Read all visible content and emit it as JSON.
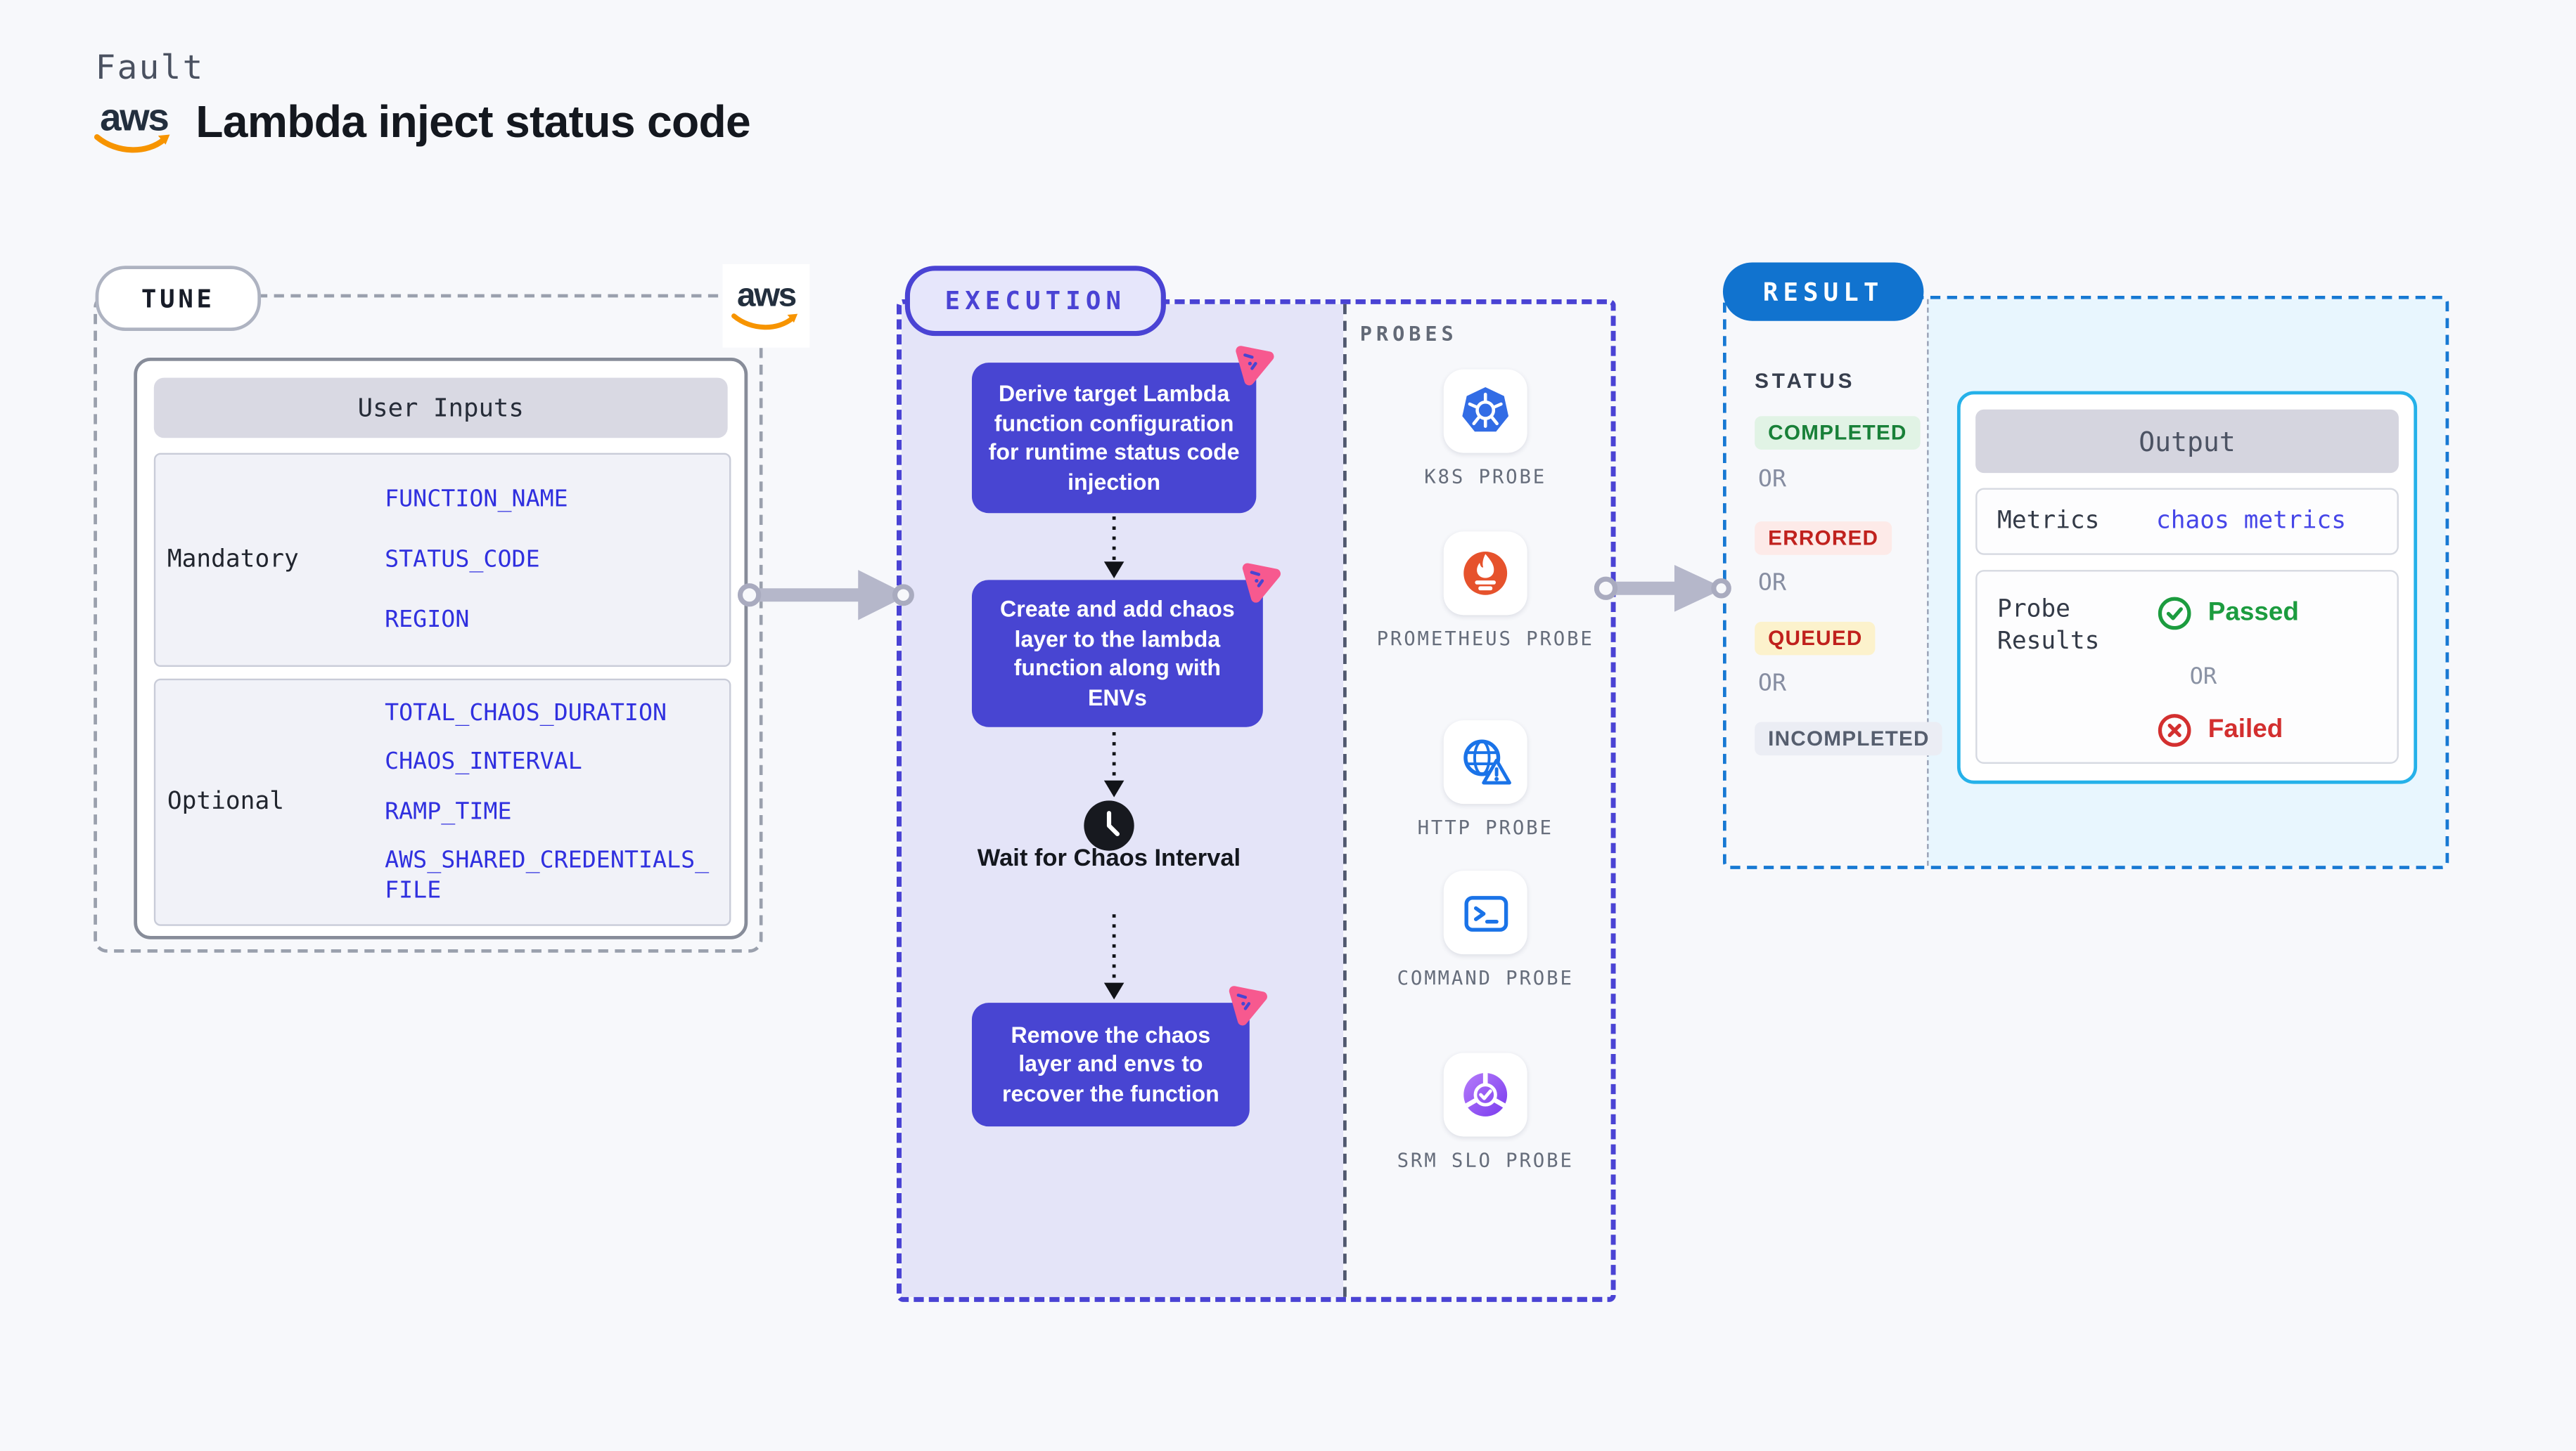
{
  "header": {
    "eyebrow": "Fault",
    "title": "Lambda inject status code",
    "logo_text": "aws"
  },
  "tune": {
    "label": "TUNE",
    "corner_logo_text": "aws",
    "table": {
      "header": "User Inputs",
      "mandatory": {
        "label": "Mandatory",
        "params": [
          "FUNCTION_NAME",
          "STATUS_CODE",
          "REGION"
        ]
      },
      "optional": {
        "label": "Optional",
        "params": [
          "TOTAL_CHAOS_DURATION",
          "CHAOS_INTERVAL",
          "RAMP_TIME",
          "AWS_SHARED_CREDENTIALS_FILE"
        ]
      }
    }
  },
  "execution": {
    "label": "EXECUTION",
    "steps": [
      "Derive target Lambda function configuration for runtime status code injection",
      "Create and add chaos layer to the lambda function along with ENVs",
      "Remove the chaos layer and envs to recover the function"
    ],
    "wait_label": "Wait for Chaos Interval",
    "probes": {
      "label": "PROBES",
      "items": [
        {
          "name": "K8S PROBE",
          "icon": "kubernetes-icon"
        },
        {
          "name": "PROMETHEUS PROBE",
          "icon": "prometheus-icon"
        },
        {
          "name": "HTTP PROBE",
          "icon": "globe-warning-icon"
        },
        {
          "name": "COMMAND PROBE",
          "icon": "terminal-icon"
        },
        {
          "name": "SRM SLO PROBE",
          "icon": "slo-check-icon"
        }
      ]
    }
  },
  "result": {
    "label": "RESULT",
    "status_label": "STATUS",
    "or_label": "OR",
    "statuses": [
      {
        "text": "COMPLETED",
        "color": "#188038",
        "bg": "#e1f3e5"
      },
      {
        "text": "ERRORED",
        "color": "#c0211d",
        "bg": "#fdeae8"
      },
      {
        "text": "QUEUED",
        "color": "#c0211d",
        "bg": "#fcf2cc"
      },
      {
        "text": "INCOMPLETED",
        "color": "#565e6e",
        "bg": "#ebedf4"
      }
    ],
    "output": {
      "header": "Output",
      "metrics_label": "Metrics",
      "metrics_value": "chaos metrics",
      "probe_results_label": "Probe Results",
      "passed_label": "Passed",
      "failed_label": "Failed"
    }
  },
  "colors": {
    "execution_accent": "#4a43d4",
    "step_box": "#4845d2",
    "litmus_pink": "#f7598f",
    "result_blue": "#1173cf",
    "output_border": "#25b1e9",
    "param_blue": "#3030df",
    "passed_green": "#1c9c3f",
    "failed_red": "#d32f2f",
    "aws_orange": "#f79400"
  }
}
